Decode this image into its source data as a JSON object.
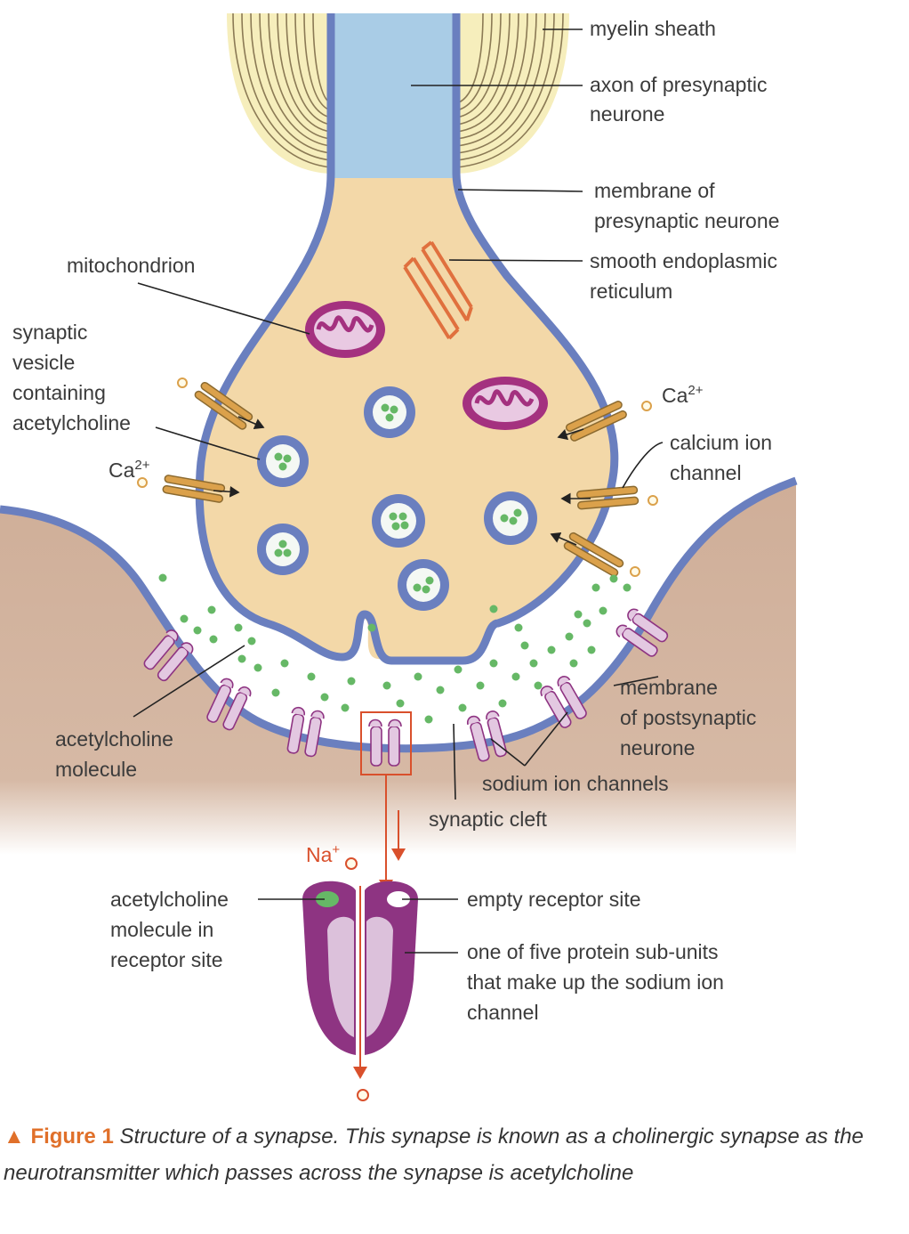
{
  "labels": {
    "myelin_sheath": "myelin sheath",
    "axon": [
      "axon of presynaptic",
      "neurone"
    ],
    "membrane_pre": [
      "membrane of",
      "presynaptic neurone"
    ],
    "ser": [
      "smooth endoplasmic",
      "reticulum"
    ],
    "mitochondrion": "mitochondrion",
    "vesicle": [
      "synaptic",
      "vesicle",
      "containing",
      "acetylcholine"
    ],
    "ca_left": "Ca",
    "ca_right": "Ca",
    "ca_charge": "2+",
    "calcium_channel": [
      "calcium ion",
      "channel"
    ],
    "membrane_post": [
      "membrane",
      "of postsynaptic",
      "neurone"
    ],
    "ach_molecule": [
      "acetylcholine",
      "molecule"
    ],
    "sodium_channels": "sodium ion channels",
    "synaptic_cleft": "synaptic cleft",
    "na": "Na",
    "na_charge": "+",
    "ach_in_site": [
      "acetylcholine",
      "molecule in",
      "receptor site"
    ],
    "empty_site": "empty receptor site",
    "subunit": [
      "one of five protein sub-units",
      "that make up the sodium ion",
      "channel"
    ]
  },
  "caption": {
    "marker": "▲",
    "figure": "Figure 1",
    "text": "Structure of a synapse. This synapse is known as a cholinergic synapse as the neurotransmitter which passes across the synapse is acetylcholine"
  },
  "colors": {
    "myelin": "#f6eebc",
    "axon": "#a9cce6",
    "cytoplasm": "#f3d8a8",
    "membrane": "#6a7fbf",
    "postsynaptic": "#cfae98",
    "mitochondrion": "#a4317f",
    "acetylcholine": "#66b866",
    "calcium_channel": "#dba14b",
    "receptor": "#c89bc6",
    "receptor_dark": "#8e3482",
    "arrow": "#d9502c"
  }
}
